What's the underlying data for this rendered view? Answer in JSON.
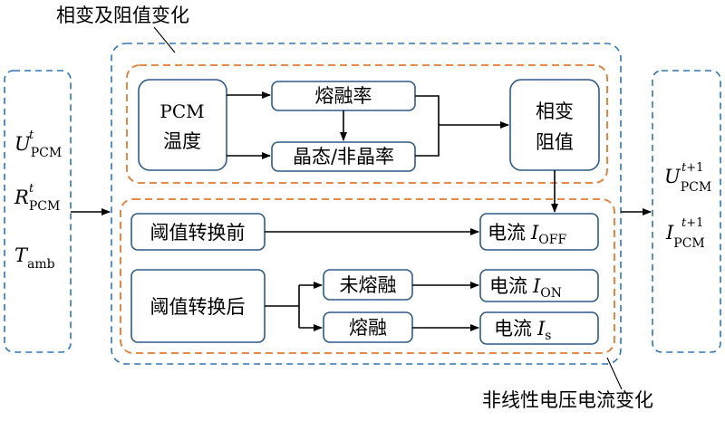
{
  "labels": {
    "top_annotation": "相变及阻值变化",
    "bottom_annotation": "非线性电压电流变化"
  },
  "nodes": {
    "pcm_temp_line1": "PCM",
    "pcm_temp_line2": "温度",
    "melt_rate": "熔融率",
    "crystal_rate": "晶态/非晶率",
    "phase_res_line1": "相变",
    "phase_res_line2": "阻值",
    "before_switch": "阈值转换前",
    "after_switch": "阈值转换后",
    "not_melted": "未熔融",
    "melted": "熔融",
    "current_label": "电流"
  },
  "inputs": {
    "u_symbol": "U",
    "u_sup": "t",
    "u_sub": "PCM",
    "r_symbol": "R",
    "r_sup": "t",
    "r_sub": "PCM",
    "t_symbol": "T",
    "t_sub": "amb"
  },
  "outputs": {
    "u_symbol": "U",
    "u_sup_t": "t",
    "u_sup_rest": "+1",
    "u_sub": "PCM",
    "i_symbol": "I",
    "i_sup_t": "t",
    "i_sup_rest": "+1",
    "i_sub": "PCM"
  },
  "currents": {
    "symbol": "I",
    "off_sub": "OFF",
    "on_sub": "ON",
    "s_sub": "s"
  },
  "colors": {
    "blue_dashed": "#2e75b6",
    "orange_dashed": "#e07a30",
    "box_border": "#2e5a8a"
  }
}
